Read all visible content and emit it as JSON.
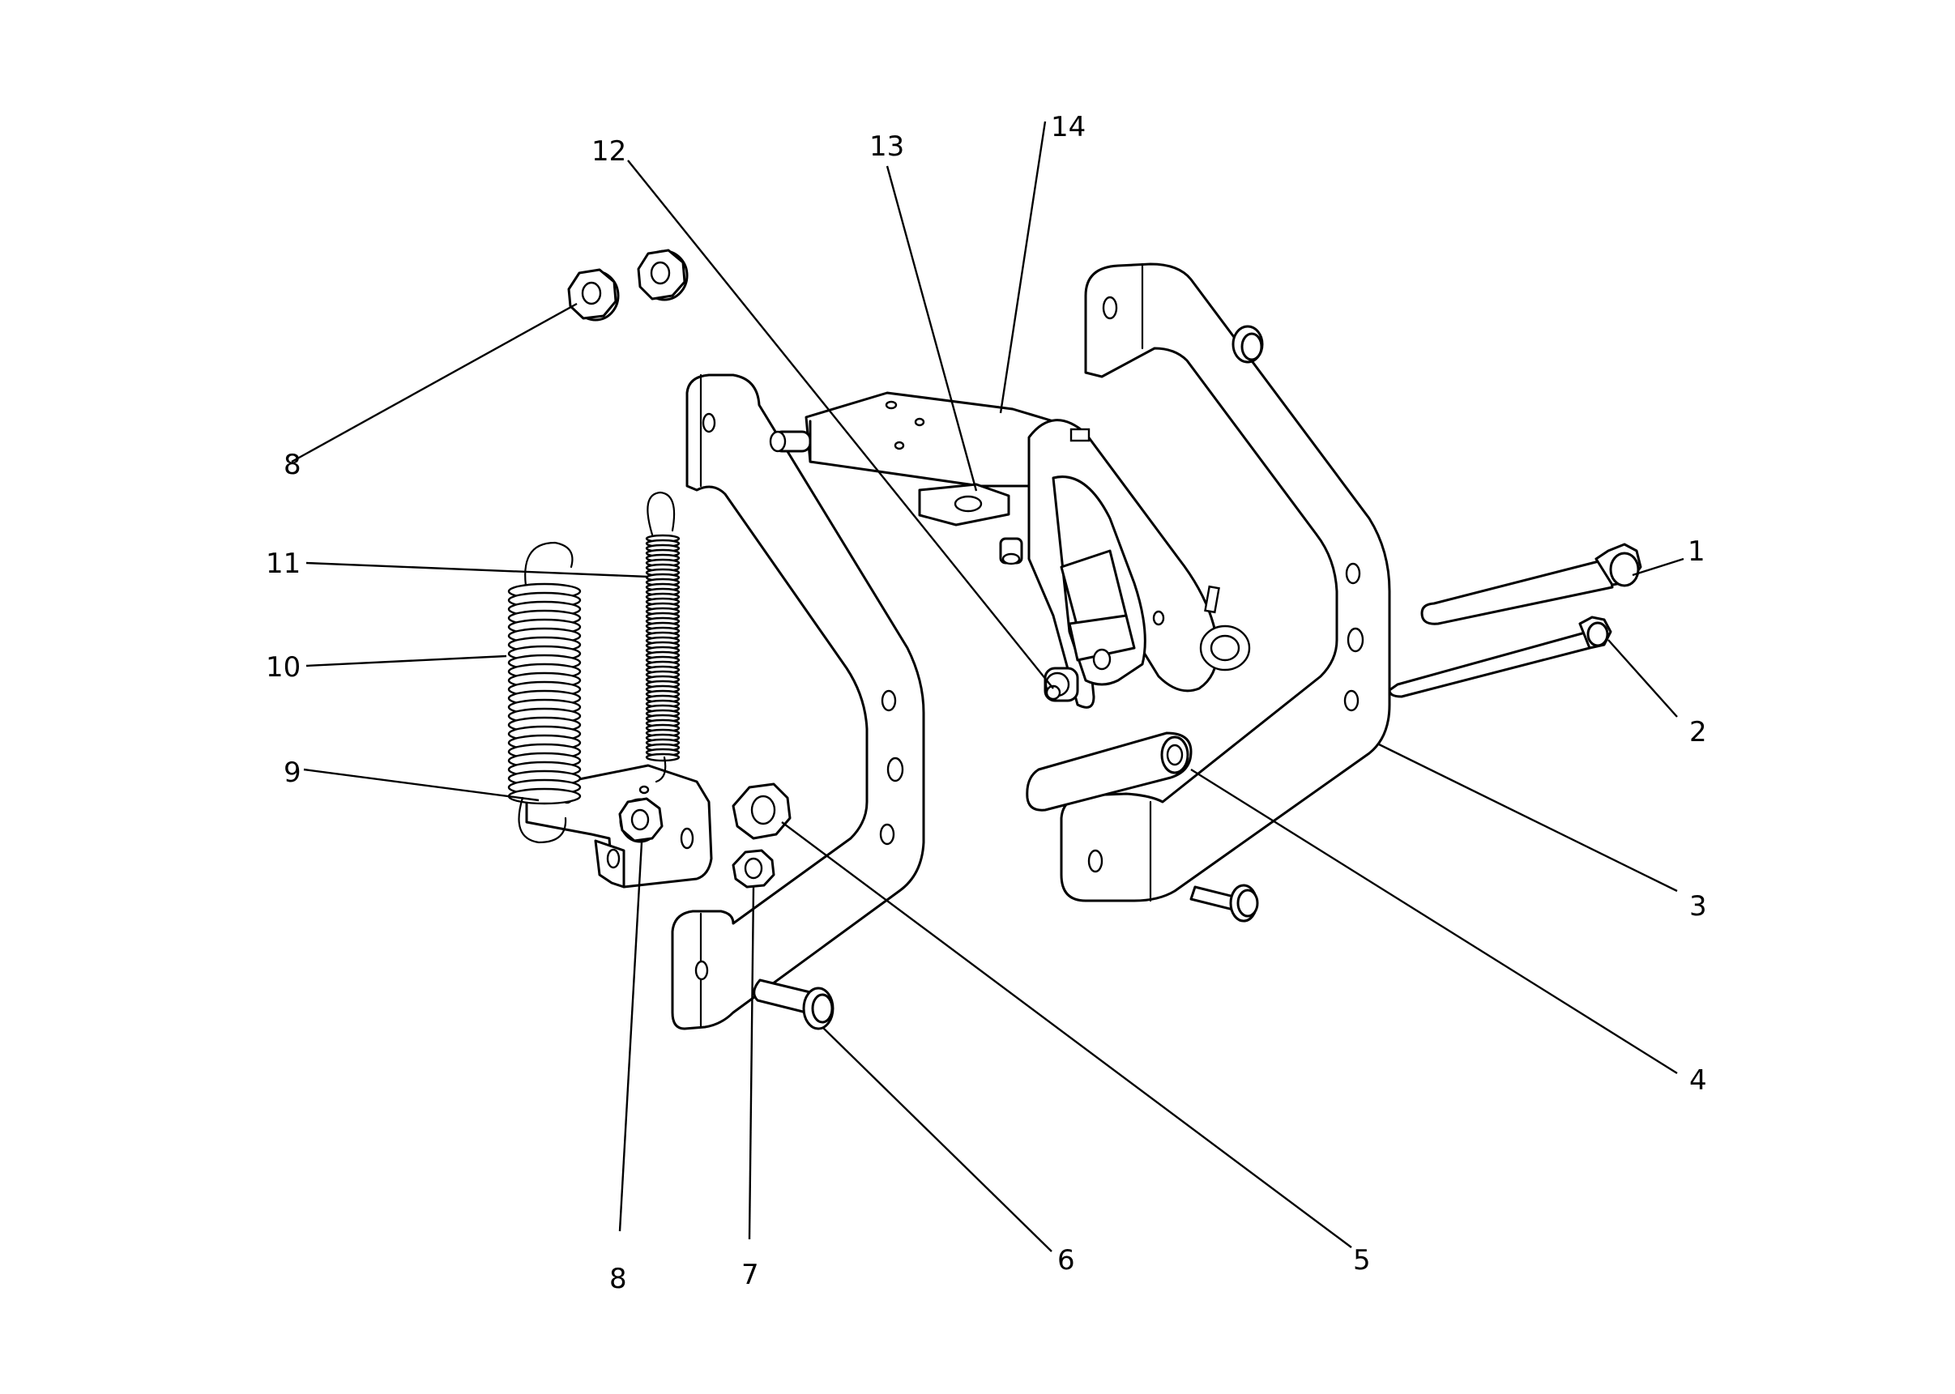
{
  "diagram": {
    "callouts": [
      {
        "id": "1",
        "label": "1"
      },
      {
        "id": "2",
        "label": "2"
      },
      {
        "id": "3",
        "label": "3"
      },
      {
        "id": "4",
        "label": "4"
      },
      {
        "id": "5",
        "label": "5"
      },
      {
        "id": "6",
        "label": "6"
      },
      {
        "id": "7",
        "label": "7"
      },
      {
        "id": "8a",
        "label": "8"
      },
      {
        "id": "8b",
        "label": "8"
      },
      {
        "id": "9",
        "label": "9"
      },
      {
        "id": "10",
        "label": "10"
      },
      {
        "id": "11",
        "label": "11"
      },
      {
        "id": "12",
        "label": "12"
      },
      {
        "id": "13",
        "label": "13"
      },
      {
        "id": "14",
        "label": "14"
      }
    ]
  },
  "colors": {
    "line": "#000000",
    "background": "#ffffff"
  }
}
